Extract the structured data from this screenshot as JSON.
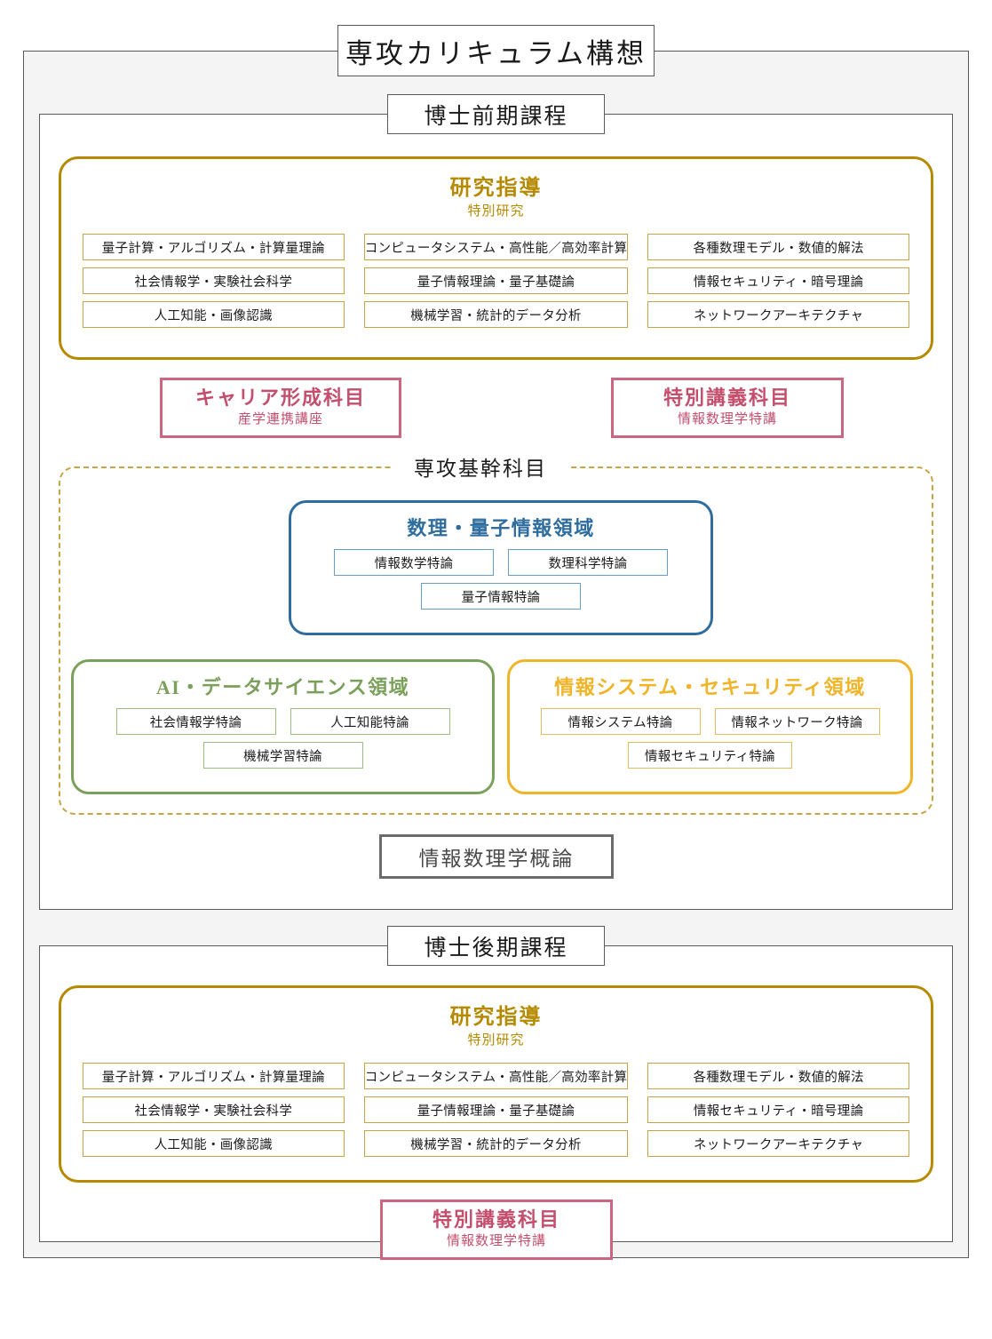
{
  "diagram": {
    "title": "専攻カリキュラム構想",
    "colors": {
      "frame": "#5a5a5a",
      "research_gold": "#b58a00",
      "chip_gold": "#c6a544",
      "pink": "#cc6680",
      "pink_text": "#c44f6d",
      "blue": "#2f6d9e",
      "green": "#7ba05b",
      "orange": "#f0b429",
      "gray": "#6b6b6b",
      "panel_bg": "#f4f4f4"
    }
  },
  "master": {
    "title": "博士前期課程",
    "research": {
      "heading": "研究指導",
      "subheading": "特別研究",
      "items": [
        "量子計算・アルゴリズム・計算量理論",
        "コンピュータシステム・高性能／高効率計算",
        "各種数理モデル・数値的解法",
        "社会情報学・実験社会科学",
        "量子情報理論・量子基礎論",
        "情報セキュリティ・暗号理論",
        "人工知能・画像認識",
        "機械学習・統計的データ分析",
        "ネットワークアーキテクチャ"
      ]
    },
    "career": {
      "heading": "キャリア形成科目",
      "subheading": "産学連携講座"
    },
    "special": {
      "heading": "特別講義科目",
      "subheading": "情報数理学特講"
    },
    "core": {
      "title": "専攻基幹科目",
      "domains": [
        {
          "name": "数理・量子情報領域",
          "row1": [
            "情報数学特論",
            "数理科学特論"
          ],
          "row2": [
            "量子情報特論"
          ]
        },
        {
          "name": "AI・データサイエンス領域",
          "row1": [
            "社会情報学特論",
            "人工知能特論"
          ],
          "row2": [
            "機械学習特論"
          ]
        },
        {
          "name": "情報システム・セキュリティ領域",
          "row1": [
            "情報システム特論",
            "情報ネットワーク特論"
          ],
          "row2": [
            "情報セキュリティ特論"
          ]
        }
      ]
    },
    "intro_course": "情報数理学概論"
  },
  "doctor": {
    "title": "博士後期課程",
    "research": {
      "heading": "研究指導",
      "subheading": "特別研究",
      "items": [
        "量子計算・アルゴリズム・計算量理論",
        "コンピュータシステム・高性能／高効率計算",
        "各種数理モデル・数値的解法",
        "社会情報学・実験社会科学",
        "量子情報理論・量子基礎論",
        "情報セキュリティ・暗号理論",
        "人工知能・画像認識",
        "機械学習・統計的データ分析",
        "ネットワークアーキテクチャ"
      ]
    },
    "special": {
      "heading": "特別講義科目",
      "subheading": "情報数理学特講"
    }
  }
}
